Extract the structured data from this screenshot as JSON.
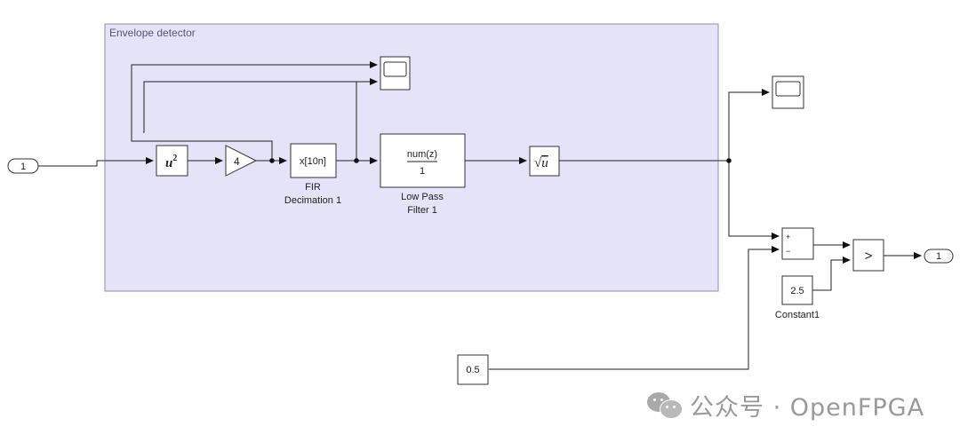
{
  "subsystem": {
    "title": "Envelope detector"
  },
  "ports": {
    "inport": "1",
    "outport": "1"
  },
  "blocks": {
    "square": {
      "base": "u",
      "exp": "2"
    },
    "gain": "4",
    "fir": {
      "content": "x[10n]",
      "label_line1": "FIR",
      "label_line2": "Decimation 1"
    },
    "lpf": {
      "numerator": "num(z)",
      "denominator": "1",
      "label_line1": "Low Pass",
      "label_line2": "Filter 1"
    },
    "sqrt": {
      "symbol": "√",
      "var": "u"
    },
    "sum": {
      "plus": "+",
      "minus": "−"
    },
    "compare": ">",
    "constant1": {
      "value": "2.5",
      "label": "Constant1"
    },
    "constant_offset": {
      "value": "0.5"
    }
  },
  "watermark": {
    "text": "公众号 · OpenFPGA",
    "icon": "wechat-icon"
  },
  "colors": {
    "subsystem_fill": "#e4e3f7",
    "subsystem_border": "#8f8fb2",
    "line": "#222222",
    "block_border": "#333333"
  }
}
